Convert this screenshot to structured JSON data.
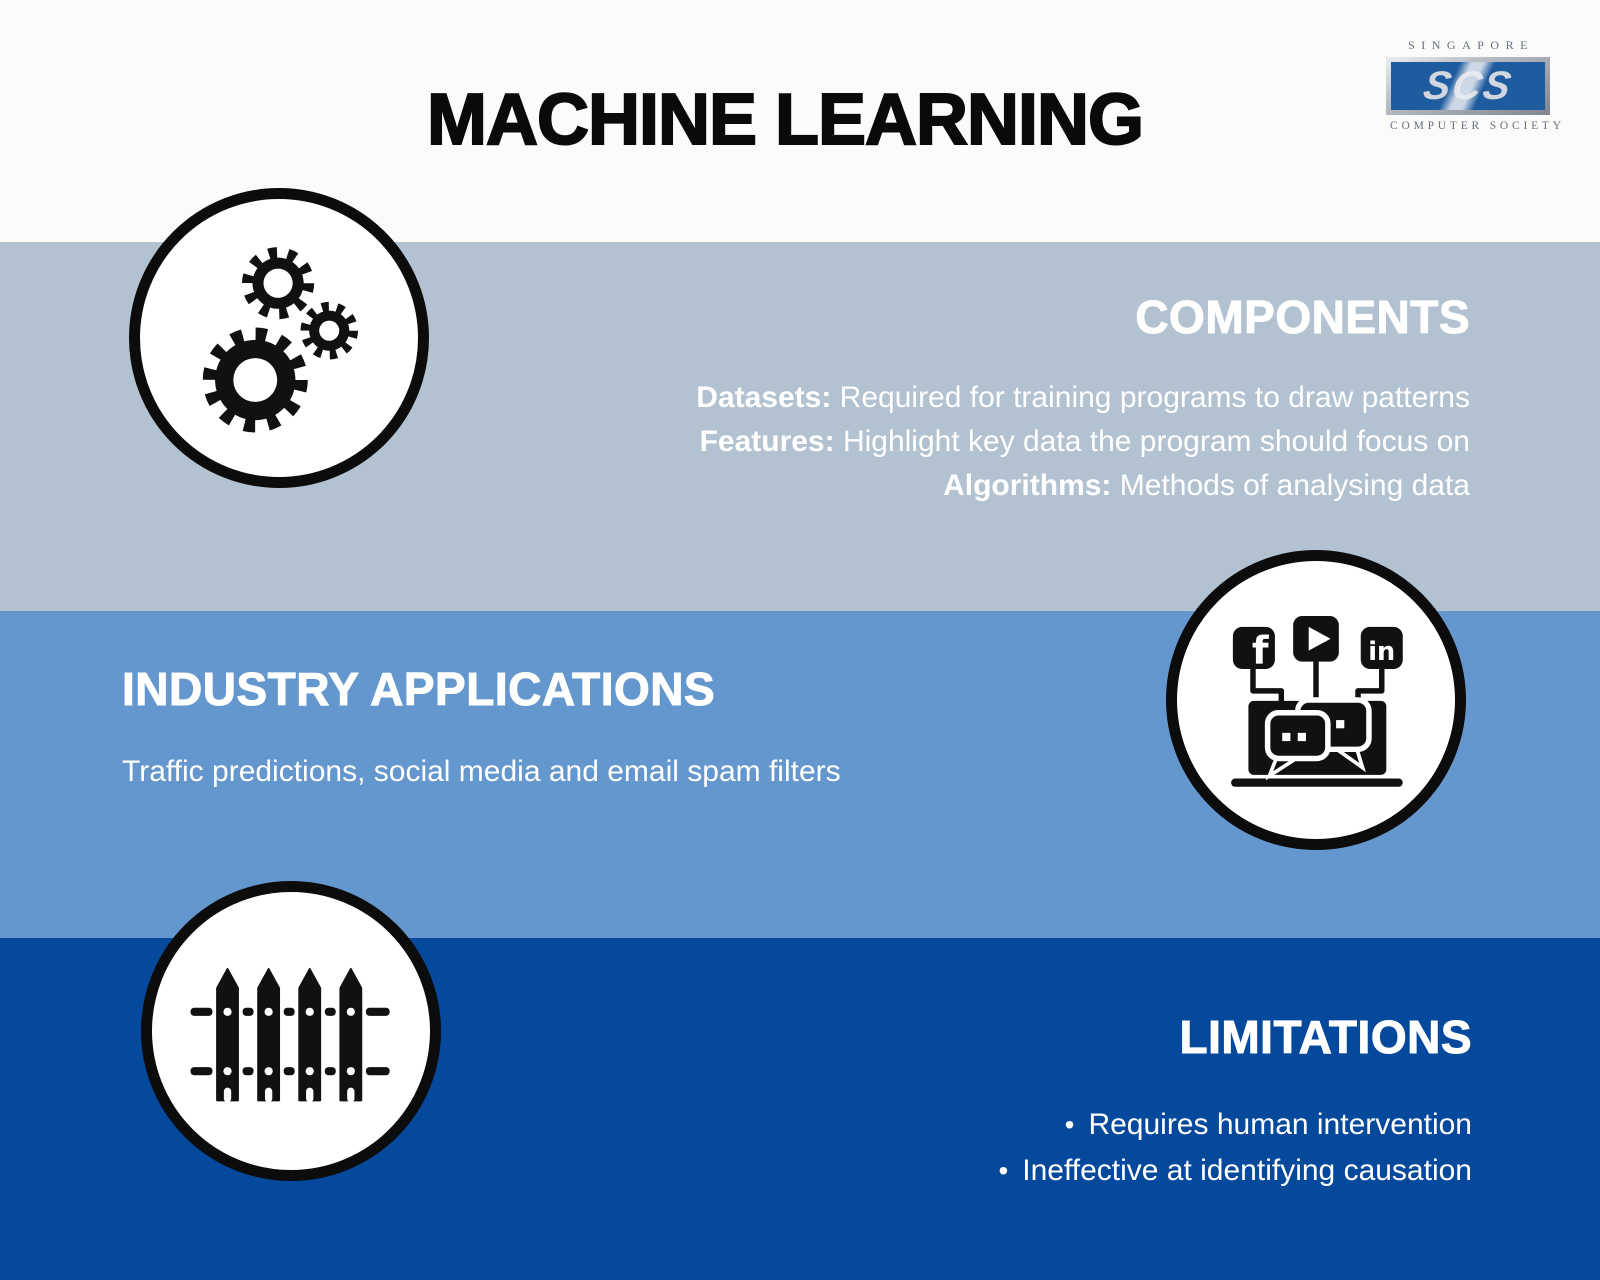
{
  "page": {
    "title": "MACHINE LEARNING"
  },
  "logo": {
    "top_text": "SINGAPORE",
    "mark": "SCS",
    "bottom_text": "COMPUTER SOCIETY"
  },
  "sections": {
    "components": {
      "heading": "COMPONENTS",
      "items": [
        {
          "label": "Datasets:",
          "text": " Required for training programs to draw patterns"
        },
        {
          "label": "Features:",
          "text": " Highlight key data the program should focus on"
        },
        {
          "label": "Algorithms:",
          "text": " Methods of analysing data"
        }
      ]
    },
    "industry": {
      "heading": "INDUSTRY APPLICATIONS",
      "text": "Traffic predictions, social media and email spam filters"
    },
    "limitations": {
      "heading": "LIMITATIONS",
      "bullet_char": "•",
      "bullets": [
        "Requires human intervention",
        "Ineffective at identifying causation"
      ]
    }
  },
  "icons": {
    "components": "gears-icon",
    "industry": "social-media-laptop-icon",
    "limitations": "picket-fence-icon"
  },
  "colors": {
    "band_top": "#fbfbf9",
    "band_components": "#b3c2d1",
    "band_industry": "#6397cd",
    "band_limitations": "#05499c",
    "heading_text": "#ffffff",
    "title_text": "#0a0a0a",
    "icon_ink": "#111111",
    "logo_blue": "#1e5b9f"
  }
}
